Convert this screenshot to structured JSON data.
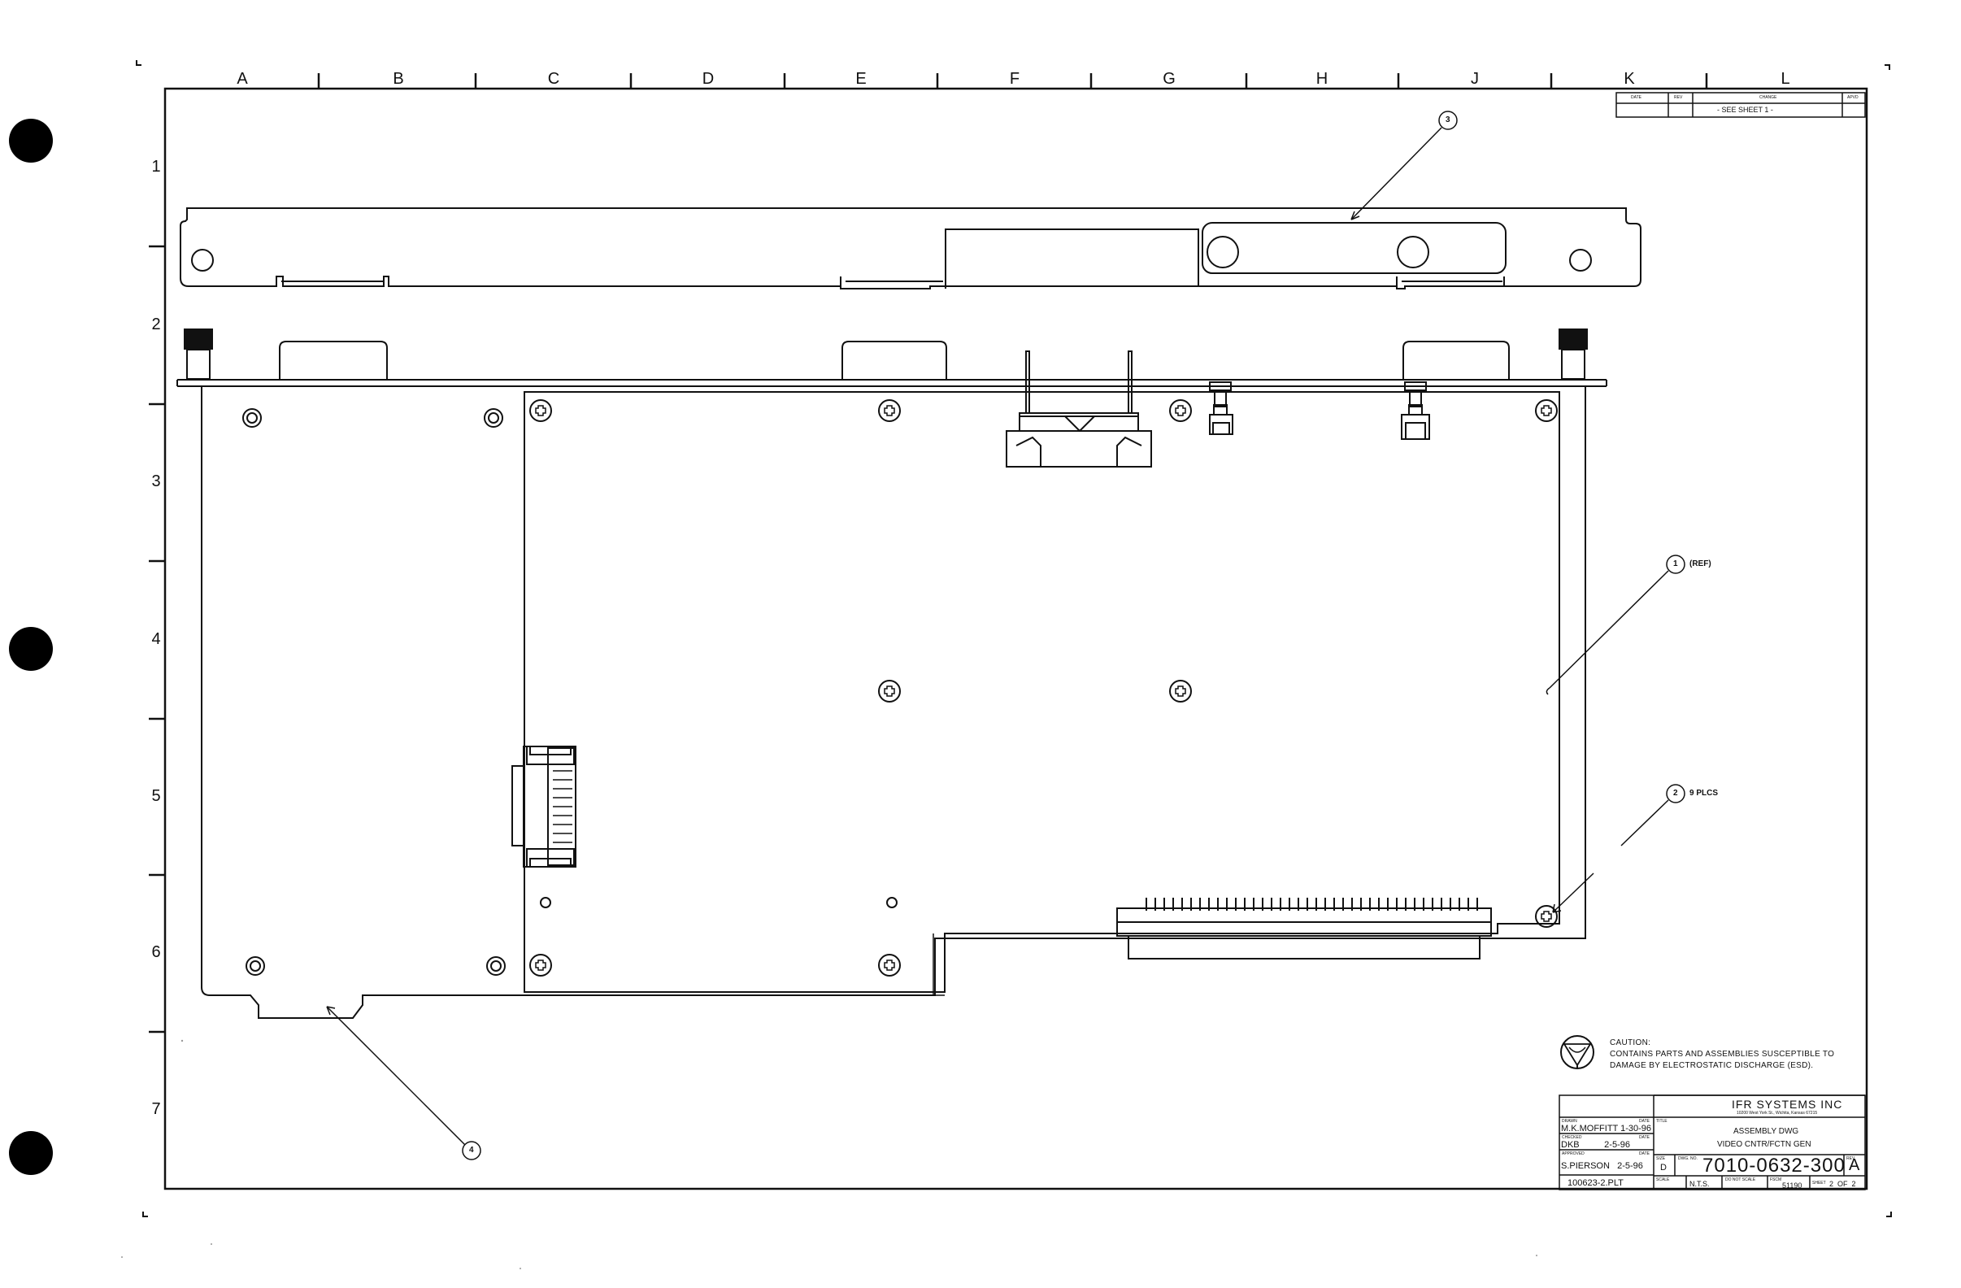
{
  "zones": {
    "columns": [
      "A",
      "B",
      "C",
      "D",
      "E",
      "F",
      "G",
      "H",
      "J",
      "K",
      "L"
    ],
    "rows": [
      "1",
      "2",
      "3",
      "4",
      "5",
      "6",
      "7"
    ]
  },
  "revision_block": {
    "headers": [
      "DATE",
      "REV",
      "CHANGE",
      "APVD"
    ],
    "entry": "- SEE SHEET 1 -"
  },
  "callouts": [
    {
      "number": "3",
      "note": ""
    },
    {
      "number": "1",
      "note": "(REF)"
    },
    {
      "number": "2",
      "note": "9 PLCS"
    },
    {
      "number": "4",
      "note": ""
    }
  ],
  "caution": {
    "line1": "CAUTION:",
    "line2": "CONTAINS PARTS AND ASSEMBLIES SUSCEPTIBLE TO",
    "line3": "DAMAGE BY ELECTROSTATIC DISCHARGE (ESD)."
  },
  "title_block": {
    "company": "IFR  SYSTEMS  INC",
    "address": "10200 West York St., Wichita, Kansas 67215",
    "drawn_label": "DRAWN",
    "date_label": "DATE",
    "drawn": "M.K.MOFFITT 1-30-96",
    "checked_label": "CHECKED",
    "checked": "DKB          2-5-96",
    "approved_label": "APPROVED",
    "approved": "S.PIERSON   2-5-96",
    "file": "100623-2.PLT",
    "title_label": "TITLE",
    "title1": "ASSEMBLY DWG",
    "title2": "VIDEO CNTR/FCTN GEN",
    "size_label": "SIZE",
    "size": "D",
    "dwg_label": "DWG. NO.",
    "dwg_no": "7010-0632-300",
    "rev_label": "REV",
    "rev": "A",
    "scale_label": "SCALE",
    "scale": "N.T.S.",
    "do_not_scale": "DO NOT SCALE",
    "fscm_label": "FSCM",
    "fscm": "51190",
    "sheet_label": "SHEET",
    "sheet": "2  OF  2"
  }
}
